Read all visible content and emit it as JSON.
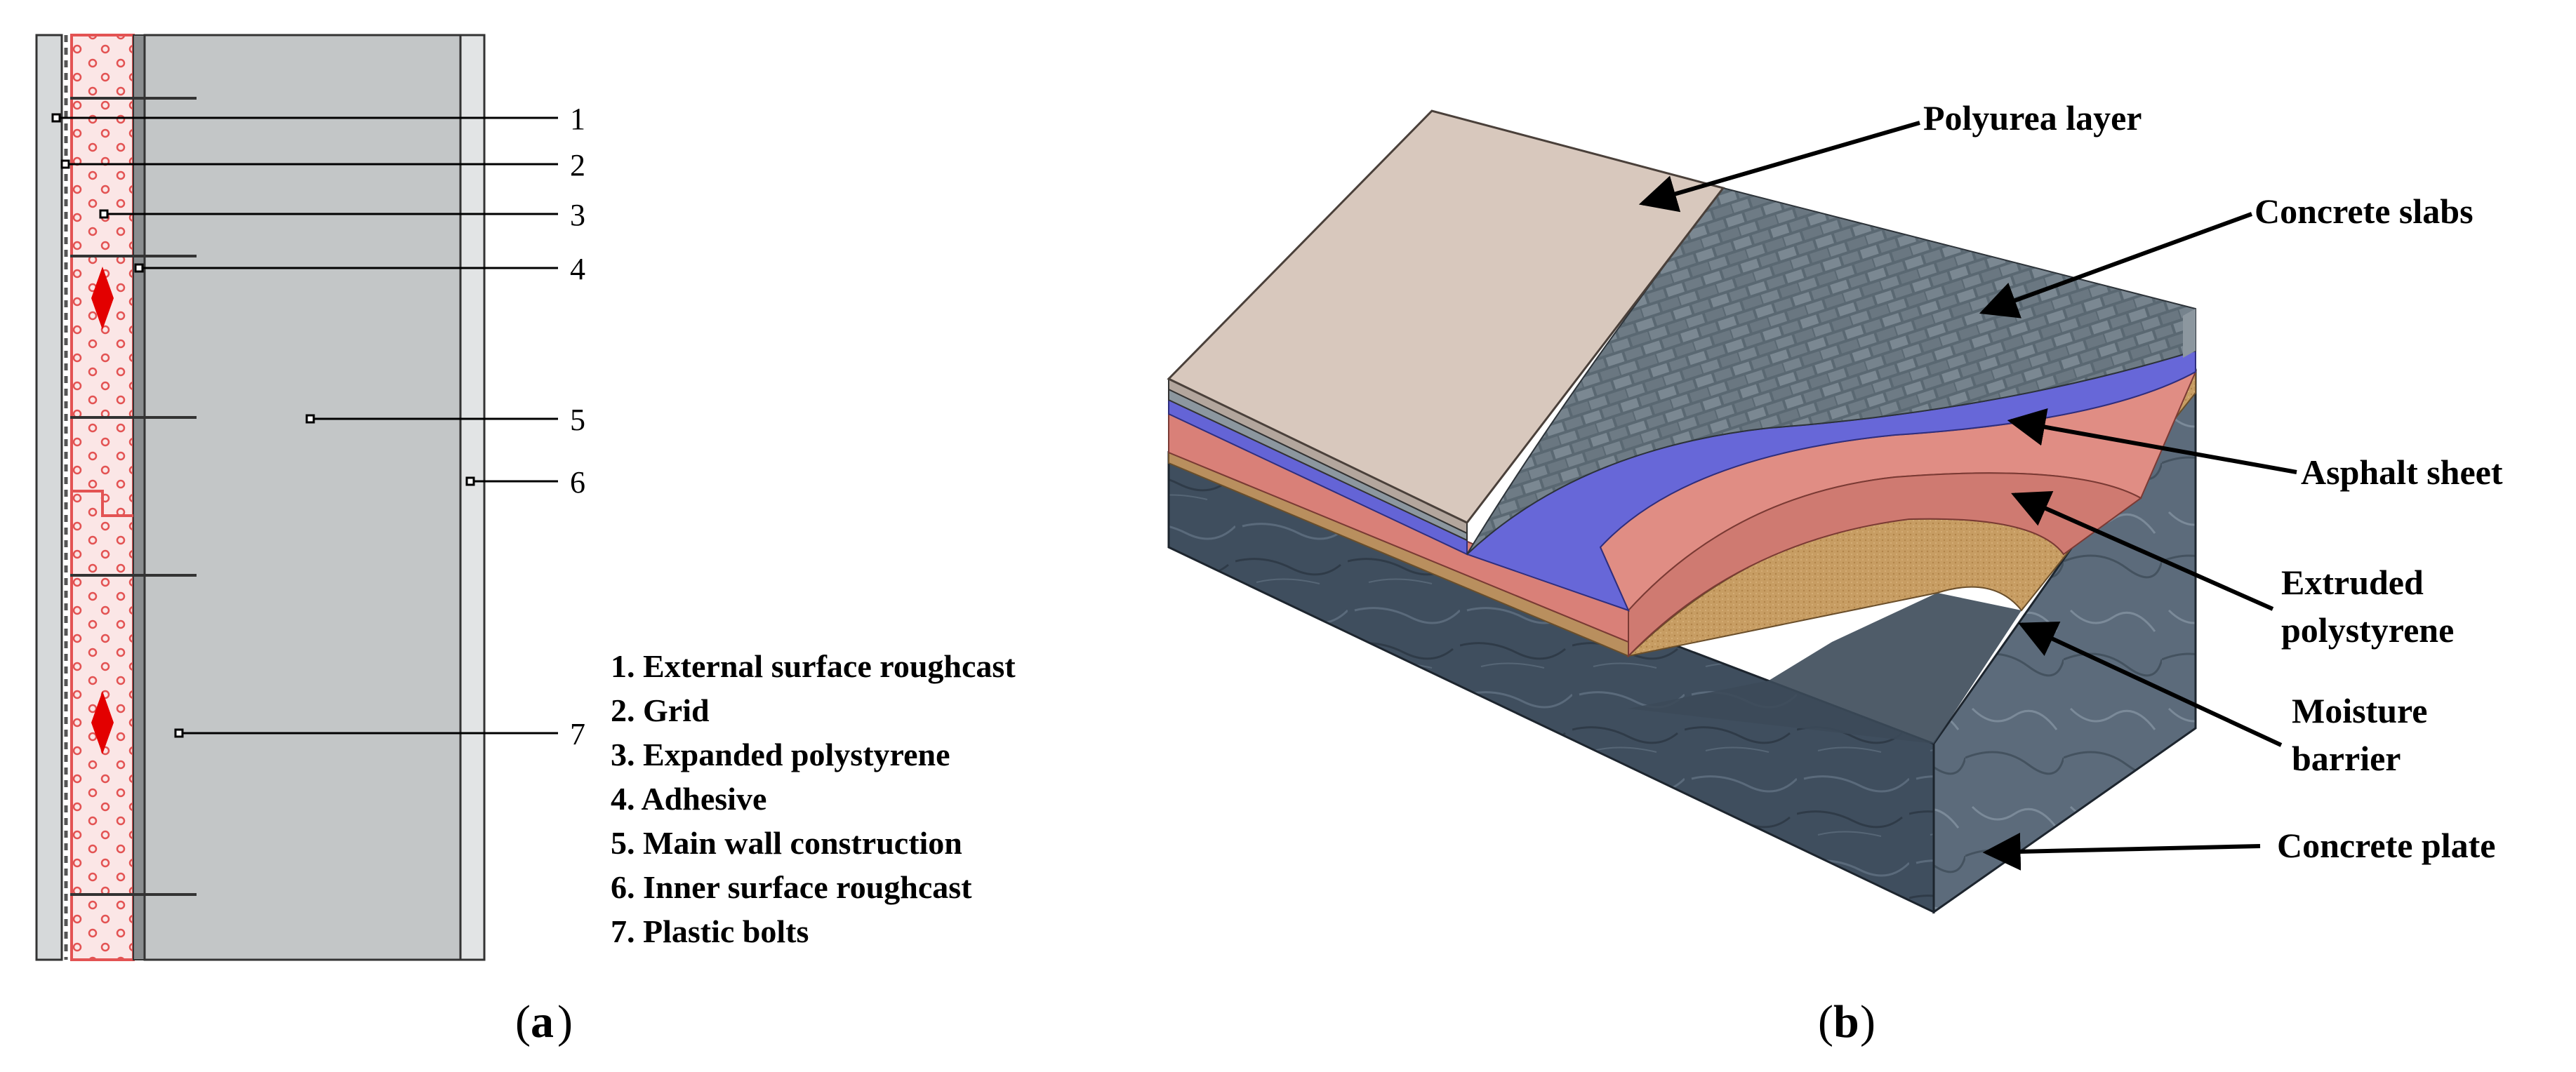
{
  "panel_a": {
    "caption": "a",
    "callouts": [
      "1",
      "2",
      "3",
      "4",
      "5",
      "6",
      "7"
    ],
    "legend": [
      "1. External surface roughcast",
      "2. Grid",
      "3. Expanded polystyrene",
      "4. Adhesive",
      "5. Main wall construction",
      "6. Inner surface roughcast",
      "7. Plastic bolts"
    ]
  },
  "panel_b": {
    "caption": "b",
    "labels": {
      "polyurea": "Polyurea layer",
      "slabs": "Concrete slabs",
      "asphalt": "Asphalt sheet",
      "xps1": "Extruded",
      "xps2": "polystyrene",
      "moist1": "Moisture",
      "moist2": "barrier",
      "plate": "Concrete plate"
    }
  },
  "colors": {
    "eps_fill": "#fbe6e6",
    "eps_dots": "#e35353",
    "wall_gray": "#c3c6c7",
    "polyurea": "#d8c8bd",
    "slabs": "#5d6b75",
    "asphalt": "#6464d6",
    "xps": "#d98078",
    "moisture": "#c49a61",
    "concrete": "#3e4d5d"
  }
}
